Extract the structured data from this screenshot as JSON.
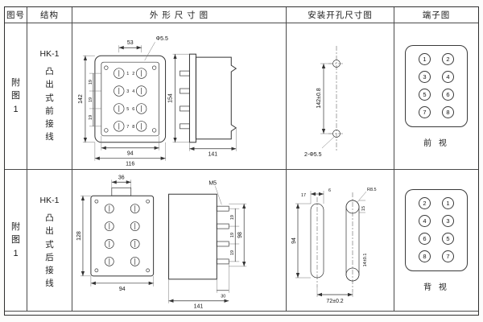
{
  "header": {
    "fig_no": "图号",
    "structure": "结构",
    "outline": "外 形 尺 寸 图",
    "mounting": "安装开孔尺寸图",
    "terminal": "端子图"
  },
  "rows": [
    {
      "fig": "附\n图\n1",
      "model": "HK-1",
      "structure": "凸\n出\n式\n前\n接\n线",
      "outline": {
        "top_width": "53",
        "hole": "Φ5.5",
        "height": "142",
        "pitch": [
          "19",
          "19",
          "19"
        ],
        "inner_width": "94",
        "outer_width": "116",
        "terminals": [
          "1",
          "2",
          "3",
          "4",
          "5",
          "6",
          "7",
          "8"
        ],
        "side_height": "154",
        "side_depth": "141"
      },
      "mounting": {
        "spacing": "142±0.8",
        "holes": "2-Φ5.5"
      },
      "terminal": {
        "cells": [
          "1",
          "2",
          "3",
          "4",
          "5",
          "6",
          "7",
          "8"
        ],
        "view": "前 视"
      }
    },
    {
      "fig": "附\n图\n1",
      "model": "HK-1",
      "structure": "凸\n出\n式\n后\n接\n线",
      "outline": {
        "top_width": "36",
        "height": "128",
        "bottom_width": "94",
        "screw": "M5",
        "stud_span": "98",
        "pitch": [
          "19",
          "19",
          "19"
        ],
        "stud_depth": "30",
        "side_depth": "141"
      },
      "mounting": {
        "slot_width": "17",
        "gap": "6",
        "top_offset": "15",
        "radius": "R8.5",
        "slot_length": "94",
        "spacing": "72±0.2",
        "hole": "14±0.1"
      },
      "terminal": {
        "cells": [
          "2",
          "1",
          "4",
          "3",
          "6",
          "5",
          "8",
          "7"
        ],
        "view": "背 视"
      }
    }
  ]
}
